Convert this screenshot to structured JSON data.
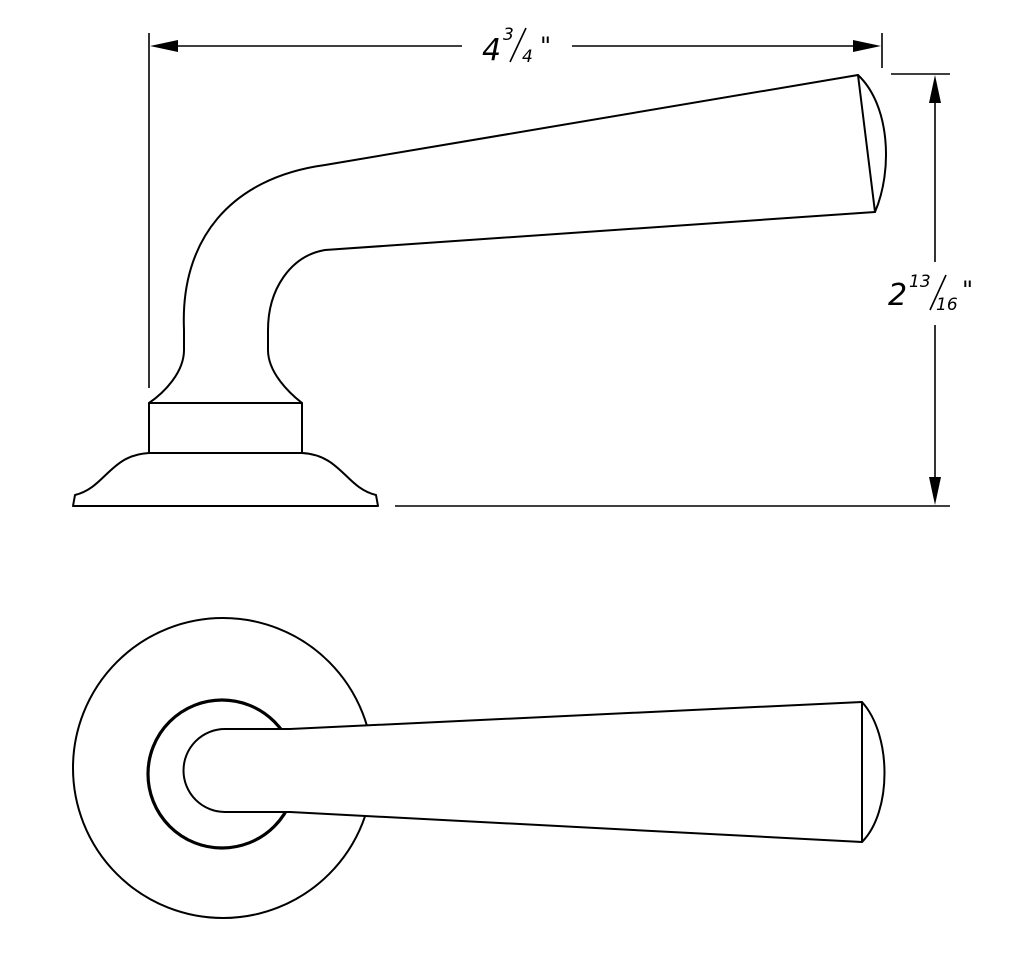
{
  "dimensions": {
    "width": {
      "whole": "4",
      "numerator": "3",
      "denominator": "4",
      "unit": "\""
    },
    "height": {
      "whole": "2",
      "numerator": "13",
      "denominator": "16",
      "unit": "\""
    }
  },
  "colors": {
    "line": "#000000",
    "background": "#ffffff"
  }
}
